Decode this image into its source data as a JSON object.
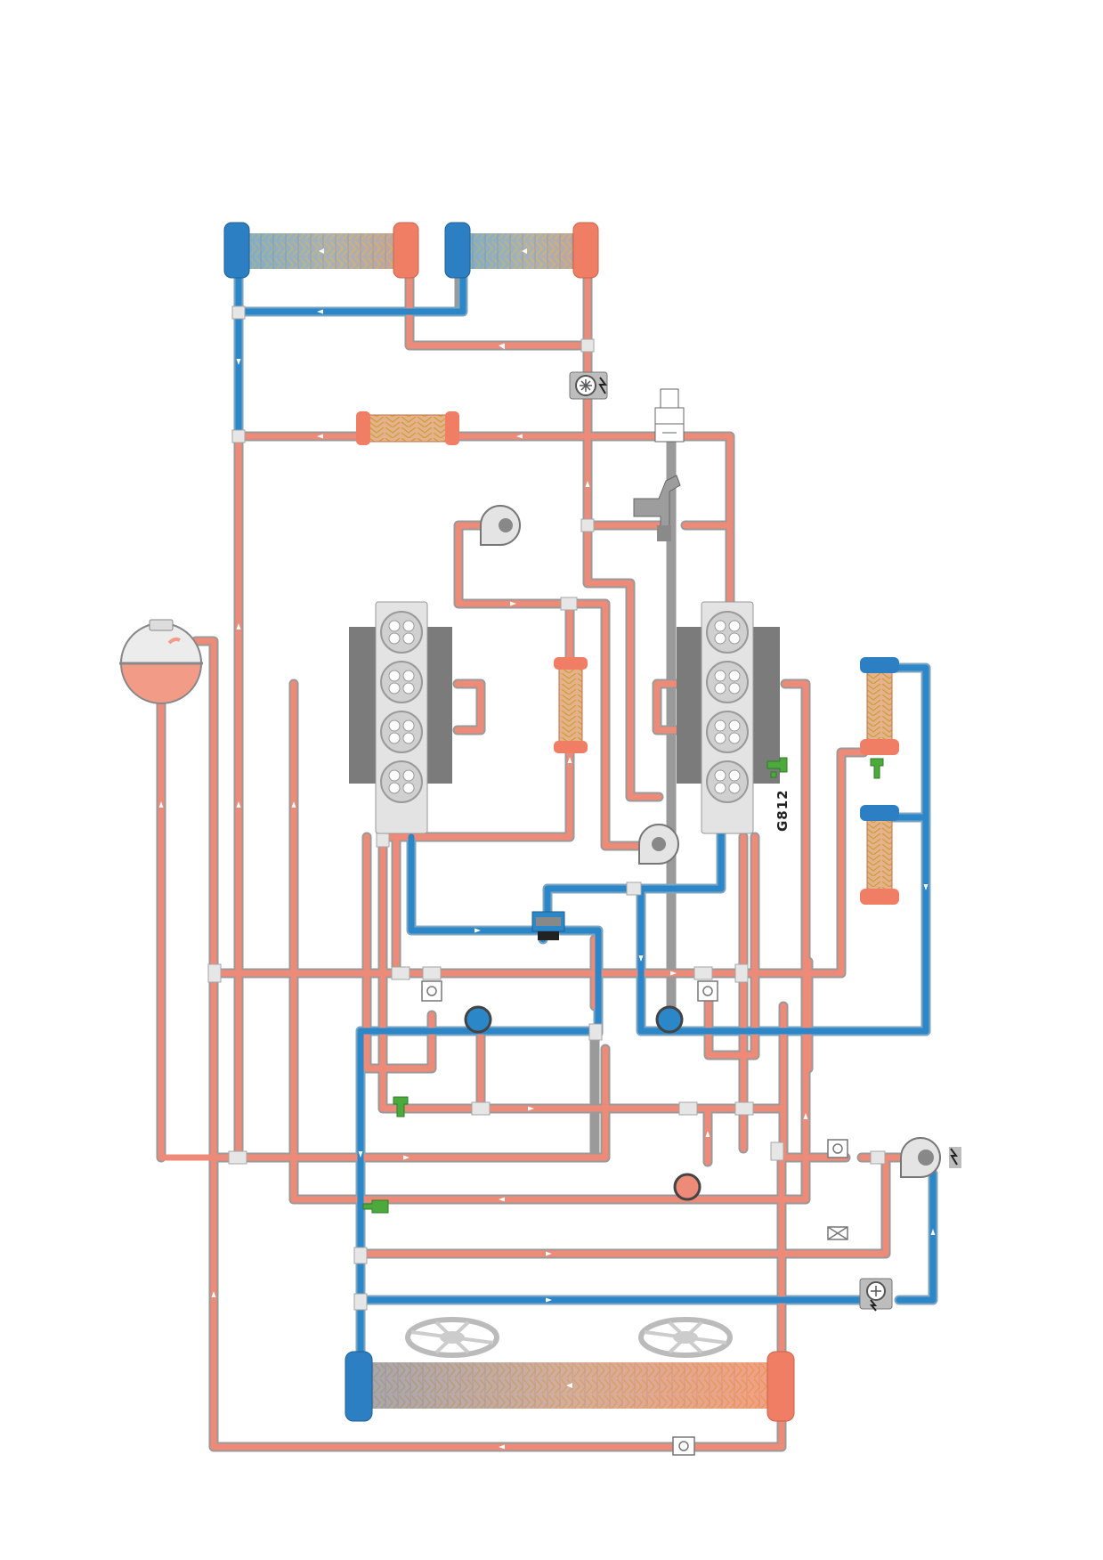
{
  "diagram": {
    "type": "coolant-circuit",
    "colors": {
      "hot": "#ee8a78",
      "hot_fill": "#f29c88",
      "cold": "#2b87c8",
      "component_grey": "#d8d8d8",
      "engine_block": "#7b7b7b",
      "sensor_green": "#4caa3c",
      "pipe_outline": "#8c8c8c"
    },
    "labels": {
      "sensor_g812": "G812"
    },
    "components": [
      {
        "name": "radiator-top-left",
        "icon": "heat-exchanger"
      },
      {
        "name": "radiator-top-right",
        "icon": "heat-exchanger"
      },
      {
        "name": "main-radiator",
        "icon": "heat-exchanger"
      },
      {
        "name": "expansion-tank",
        "icon": "reservoir"
      },
      {
        "name": "engine-bank-left",
        "icon": "cylinder-block"
      },
      {
        "name": "engine-bank-right",
        "icon": "cylinder-block"
      },
      {
        "name": "electric-pump-top",
        "icon": "electric-pump"
      },
      {
        "name": "electric-pump-bottom",
        "icon": "electric-pump"
      },
      {
        "name": "circulation-pump-right",
        "icon": "pump"
      },
      {
        "name": "turbocharger-upper",
        "icon": "turbocharger"
      },
      {
        "name": "turbocharger-lower",
        "icon": "turbocharger"
      },
      {
        "name": "radiator-fans",
        "icon": "fan"
      },
      {
        "name": "coolant-sensor-g812",
        "icon": "temperature-sensor"
      }
    ]
  }
}
